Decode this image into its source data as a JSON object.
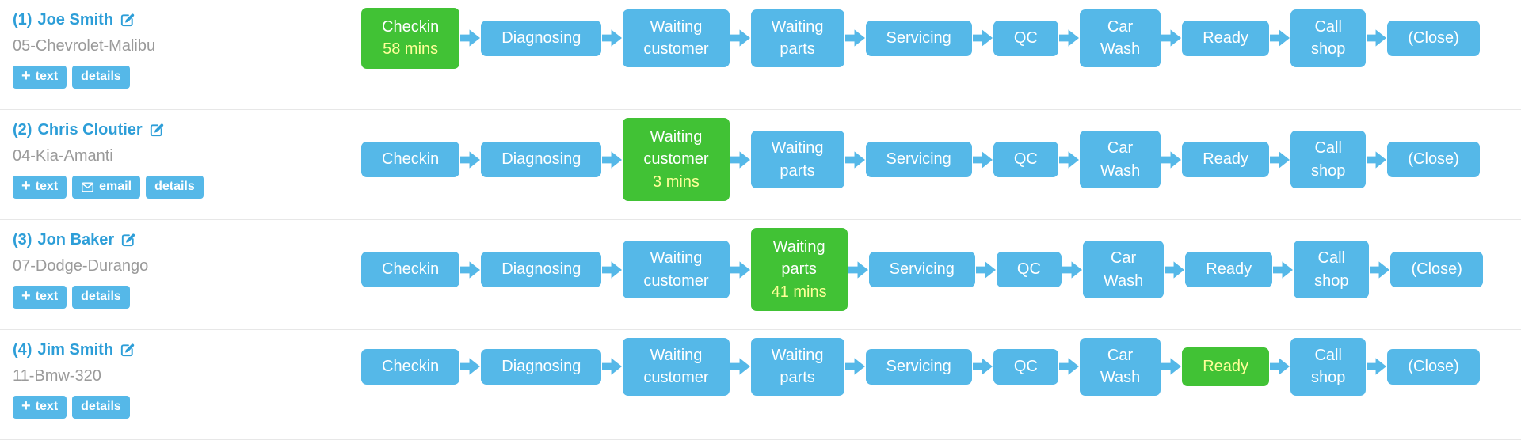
{
  "colors": {
    "blue": "#55b8e8",
    "green": "#41c235",
    "link": "#2d9ed8",
    "muted": "#9a9a9a",
    "time_text": "#ffff99"
  },
  "stages": [
    "Checkin",
    "Diagnosing",
    "Waiting\ncustomer",
    "Waiting\nparts",
    "Servicing",
    "QC",
    "Car\nWash",
    "Ready",
    "Call\nshop",
    "(Close)"
  ],
  "buttons": {
    "text": "text",
    "email": "email",
    "details": "details"
  },
  "rows": [
    {
      "number": "(1)",
      "name": "Joe Smith",
      "vehicle": "05-Chevrolet-Malibu",
      "has_email": false,
      "active_stage": 0,
      "active_time": "58 mins"
    },
    {
      "number": "(2)",
      "name": "Chris Cloutier",
      "vehicle": "04-Kia-Amanti",
      "has_email": true,
      "active_stage": 2,
      "active_time": "3 mins"
    },
    {
      "number": "(3)",
      "name": "Jon Baker",
      "vehicle": "07-Dodge-Durango",
      "has_email": false,
      "active_stage": 3,
      "active_time": "41 mins"
    },
    {
      "number": "(4)",
      "name": "Jim Smith",
      "vehicle": "11-Bmw-320",
      "has_email": false,
      "active_stage": 7,
      "active_time": ""
    }
  ]
}
